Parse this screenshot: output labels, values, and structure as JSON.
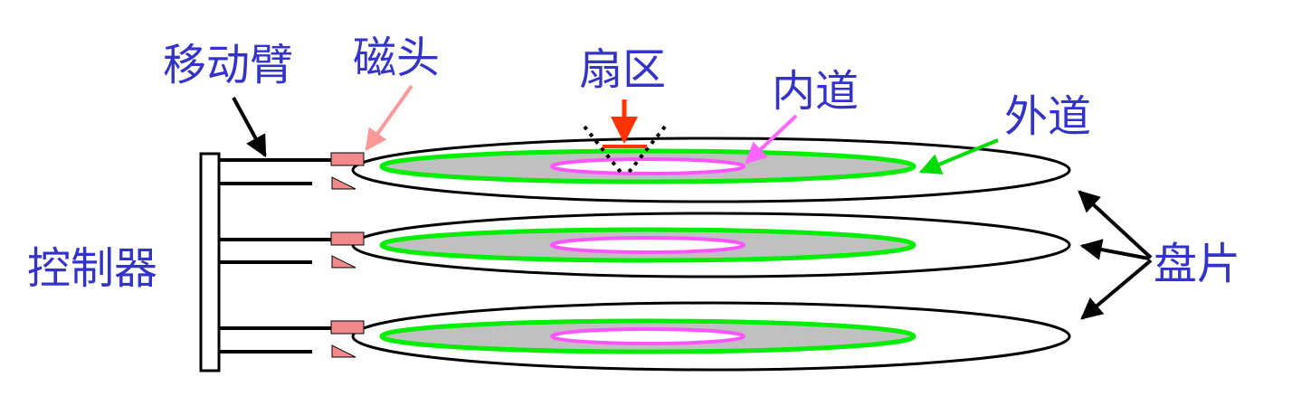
{
  "labels": {
    "moving_arm": "移动臂",
    "head": "磁头",
    "sector": "扇区",
    "inner_track": "内道",
    "outer_track": "外道",
    "controller": "控制器",
    "platter": "盘片"
  },
  "colors": {
    "label_text": "#3333cc",
    "outline": "#000000",
    "outer_track": "#00ee00",
    "inner_track": "#ff55ff",
    "recording_area": "#c0c0c0",
    "head": "#f08a8a",
    "head_pointer": "#ff9999",
    "sector_marker": "#ff3300",
    "inner_pointer": "#ff66ff",
    "outer_pointer": "#00dd00"
  }
}
